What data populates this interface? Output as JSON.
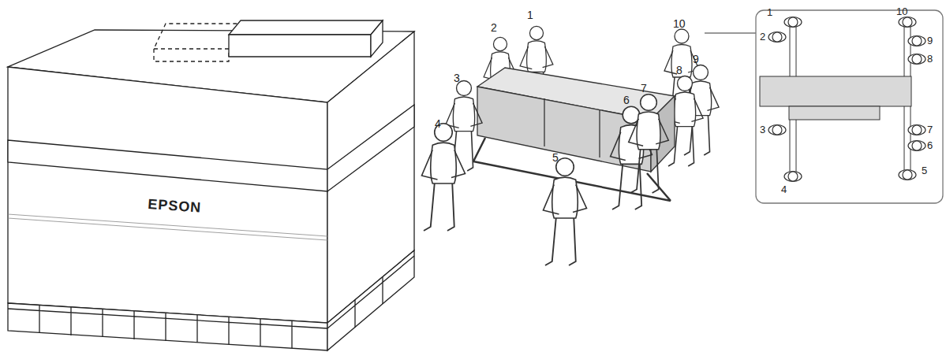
{
  "diagram": {
    "labels": [
      "EPSON",
      "1",
      "2",
      "3",
      "4",
      "5",
      "6",
      "7",
      "8",
      "9",
      "10",
      "1",
      "2",
      "3",
      "4",
      "10",
      "9",
      "8",
      "7",
      "6",
      "5"
    ]
  }
}
